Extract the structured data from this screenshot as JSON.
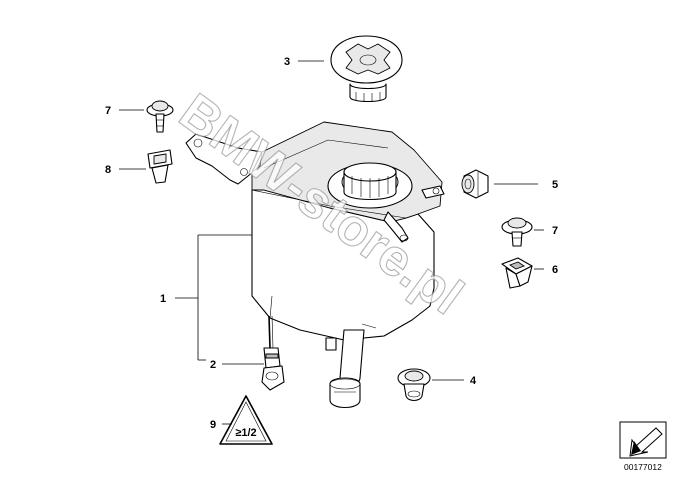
{
  "callouts": {
    "c1": "1",
    "c2": "2",
    "c3": "3",
    "c4": "4",
    "c5": "5",
    "c6": "6",
    "c7a": "7",
    "c7b": "7",
    "c8": "8",
    "c9": "9"
  },
  "warning_label": {
    "text": "≥1/2"
  },
  "watermark": {
    "text": "BMW-store.pl"
  },
  "document_number": "00177012",
  "icons": {
    "nav_arrow": "arrow-down-left-icon"
  }
}
